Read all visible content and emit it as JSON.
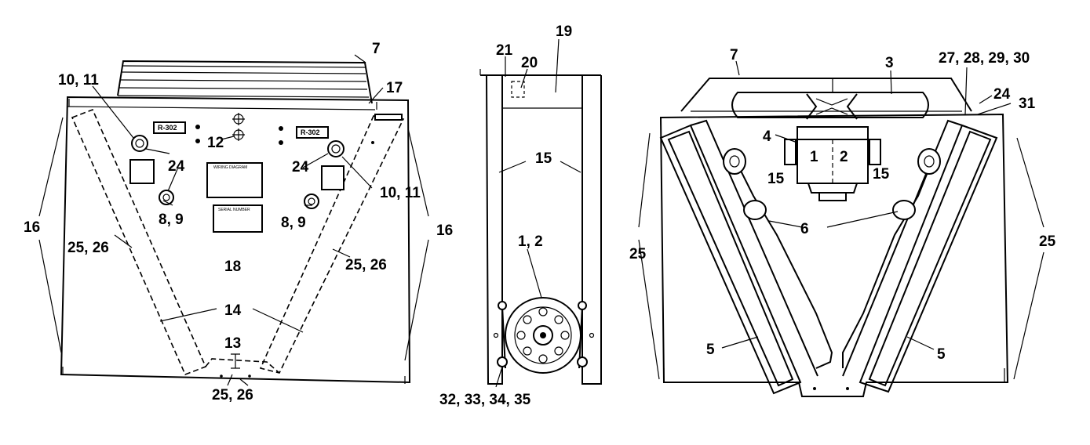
{
  "callouts": {
    "c_7_left": "7",
    "c_10_11_left": "10, 11",
    "c_17": "17",
    "c_12": "12",
    "c_24_left": "24",
    "c_24_mid": "24",
    "c_10_11_right": "10, 11",
    "c_8_9_left": "8, 9",
    "c_8_9_right": "8, 9",
    "c_16_left": "16",
    "c_16_right": "16",
    "c_25_26_left": "25, 26",
    "c_25_26_right": "25, 26",
    "c_18": "18",
    "c_14": "14",
    "c_13": "13",
    "c_25_26_bottom": "25, 26",
    "c_21": "21",
    "c_20": "20",
    "c_19": "19",
    "c_15_side": "15",
    "c_1_2_side": "1, 2",
    "c_32_35": "32, 33, 34, 35",
    "c_7_right": "7",
    "c_3": "3",
    "c_27_30": "27, 28, 29, 30",
    "c_24_right": "24",
    "c_31": "31",
    "c_4": "4",
    "c_1": "1",
    "c_2": "2",
    "c_15_rl": "15",
    "c_15_rr": "15",
    "c_6": "6",
    "c_25_left": "25",
    "c_25_right": "25",
    "c_5_left": "5",
    "c_5_right": "5"
  },
  "plates": {
    "r302_left": "R-302",
    "r302_right": "R-302",
    "wiring": "WIRING DIAGRAM",
    "serial": "SERIAL NUMBER"
  }
}
